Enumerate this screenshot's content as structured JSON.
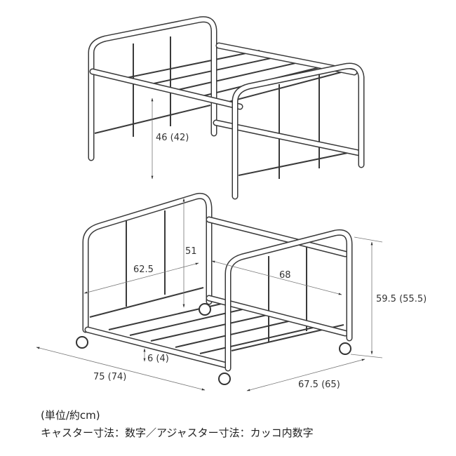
{
  "dimensions": {
    "caster_height_top": "46 (42)",
    "inner_height": "51",
    "inner_width_front": "62.5",
    "inner_depth": "68",
    "total_height": "59.5 (55.5)",
    "width": "75 (74)",
    "depth": "67.5 (65)",
    "floor_clearance": "6 (4)"
  },
  "notes": {
    "unit": "(単位/約cm)",
    "legend": "キャスター寸法：数字／アジャスター寸法：カッコ内数字"
  }
}
